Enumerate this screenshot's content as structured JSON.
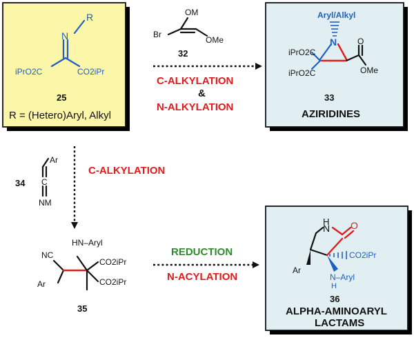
{
  "compound25": {
    "r": "R",
    "n": "N",
    "ester_left": "iPrO2C",
    "ester_right": "CO2iPr",
    "number": "25",
    "r_definition": "R = (Hetero)Aryl, Alkyl"
  },
  "reagent32": {
    "om": "OM",
    "br": "Br",
    "ome": "OMe",
    "number": "32"
  },
  "step_top": {
    "c_alkylation": "C-ALKYLATION",
    "amp": "&",
    "n_alkylation": "N-ALKYLATION"
  },
  "compound33": {
    "aryl_alkyl": "Aryl/Alkyl",
    "n": "N",
    "ester_a": "iPrO2C",
    "ester_b": "iPrO2C",
    "o": "O",
    "ome": "OMe",
    "number": "33",
    "class_label": "AZIRIDINES"
  },
  "reagent34": {
    "number": "34",
    "ar": "Ar",
    "c": "C",
    "nm": "NM"
  },
  "step_left": {
    "c_alkylation": "C-ALKYLATION"
  },
  "compound35": {
    "nc": "NC",
    "hn_aryl": "HN–Aryl",
    "ester_a": "CO2iPr",
    "ar": "Ar",
    "ester_b": "CO2iPr",
    "number": "35"
  },
  "step_bottom": {
    "reduction": "REDUCTION",
    "n_acylation": "N-ACYLATION"
  },
  "compound36": {
    "hn": "H",
    "n": "N",
    "o": "O",
    "ester": "CO2iPr",
    "ar": "Ar",
    "nh_aryl": "N–Aryl",
    "h": "H",
    "number": "36",
    "class_line1": "ALPHA-AMINOARYL",
    "class_line2": "LACTAMS"
  },
  "colors": {
    "start_box": "#fbf6a8",
    "product_box": "#e2eff2",
    "blue": "#1f5fbf",
    "red": "#e01b1b",
    "green": "#2e8b2e"
  }
}
